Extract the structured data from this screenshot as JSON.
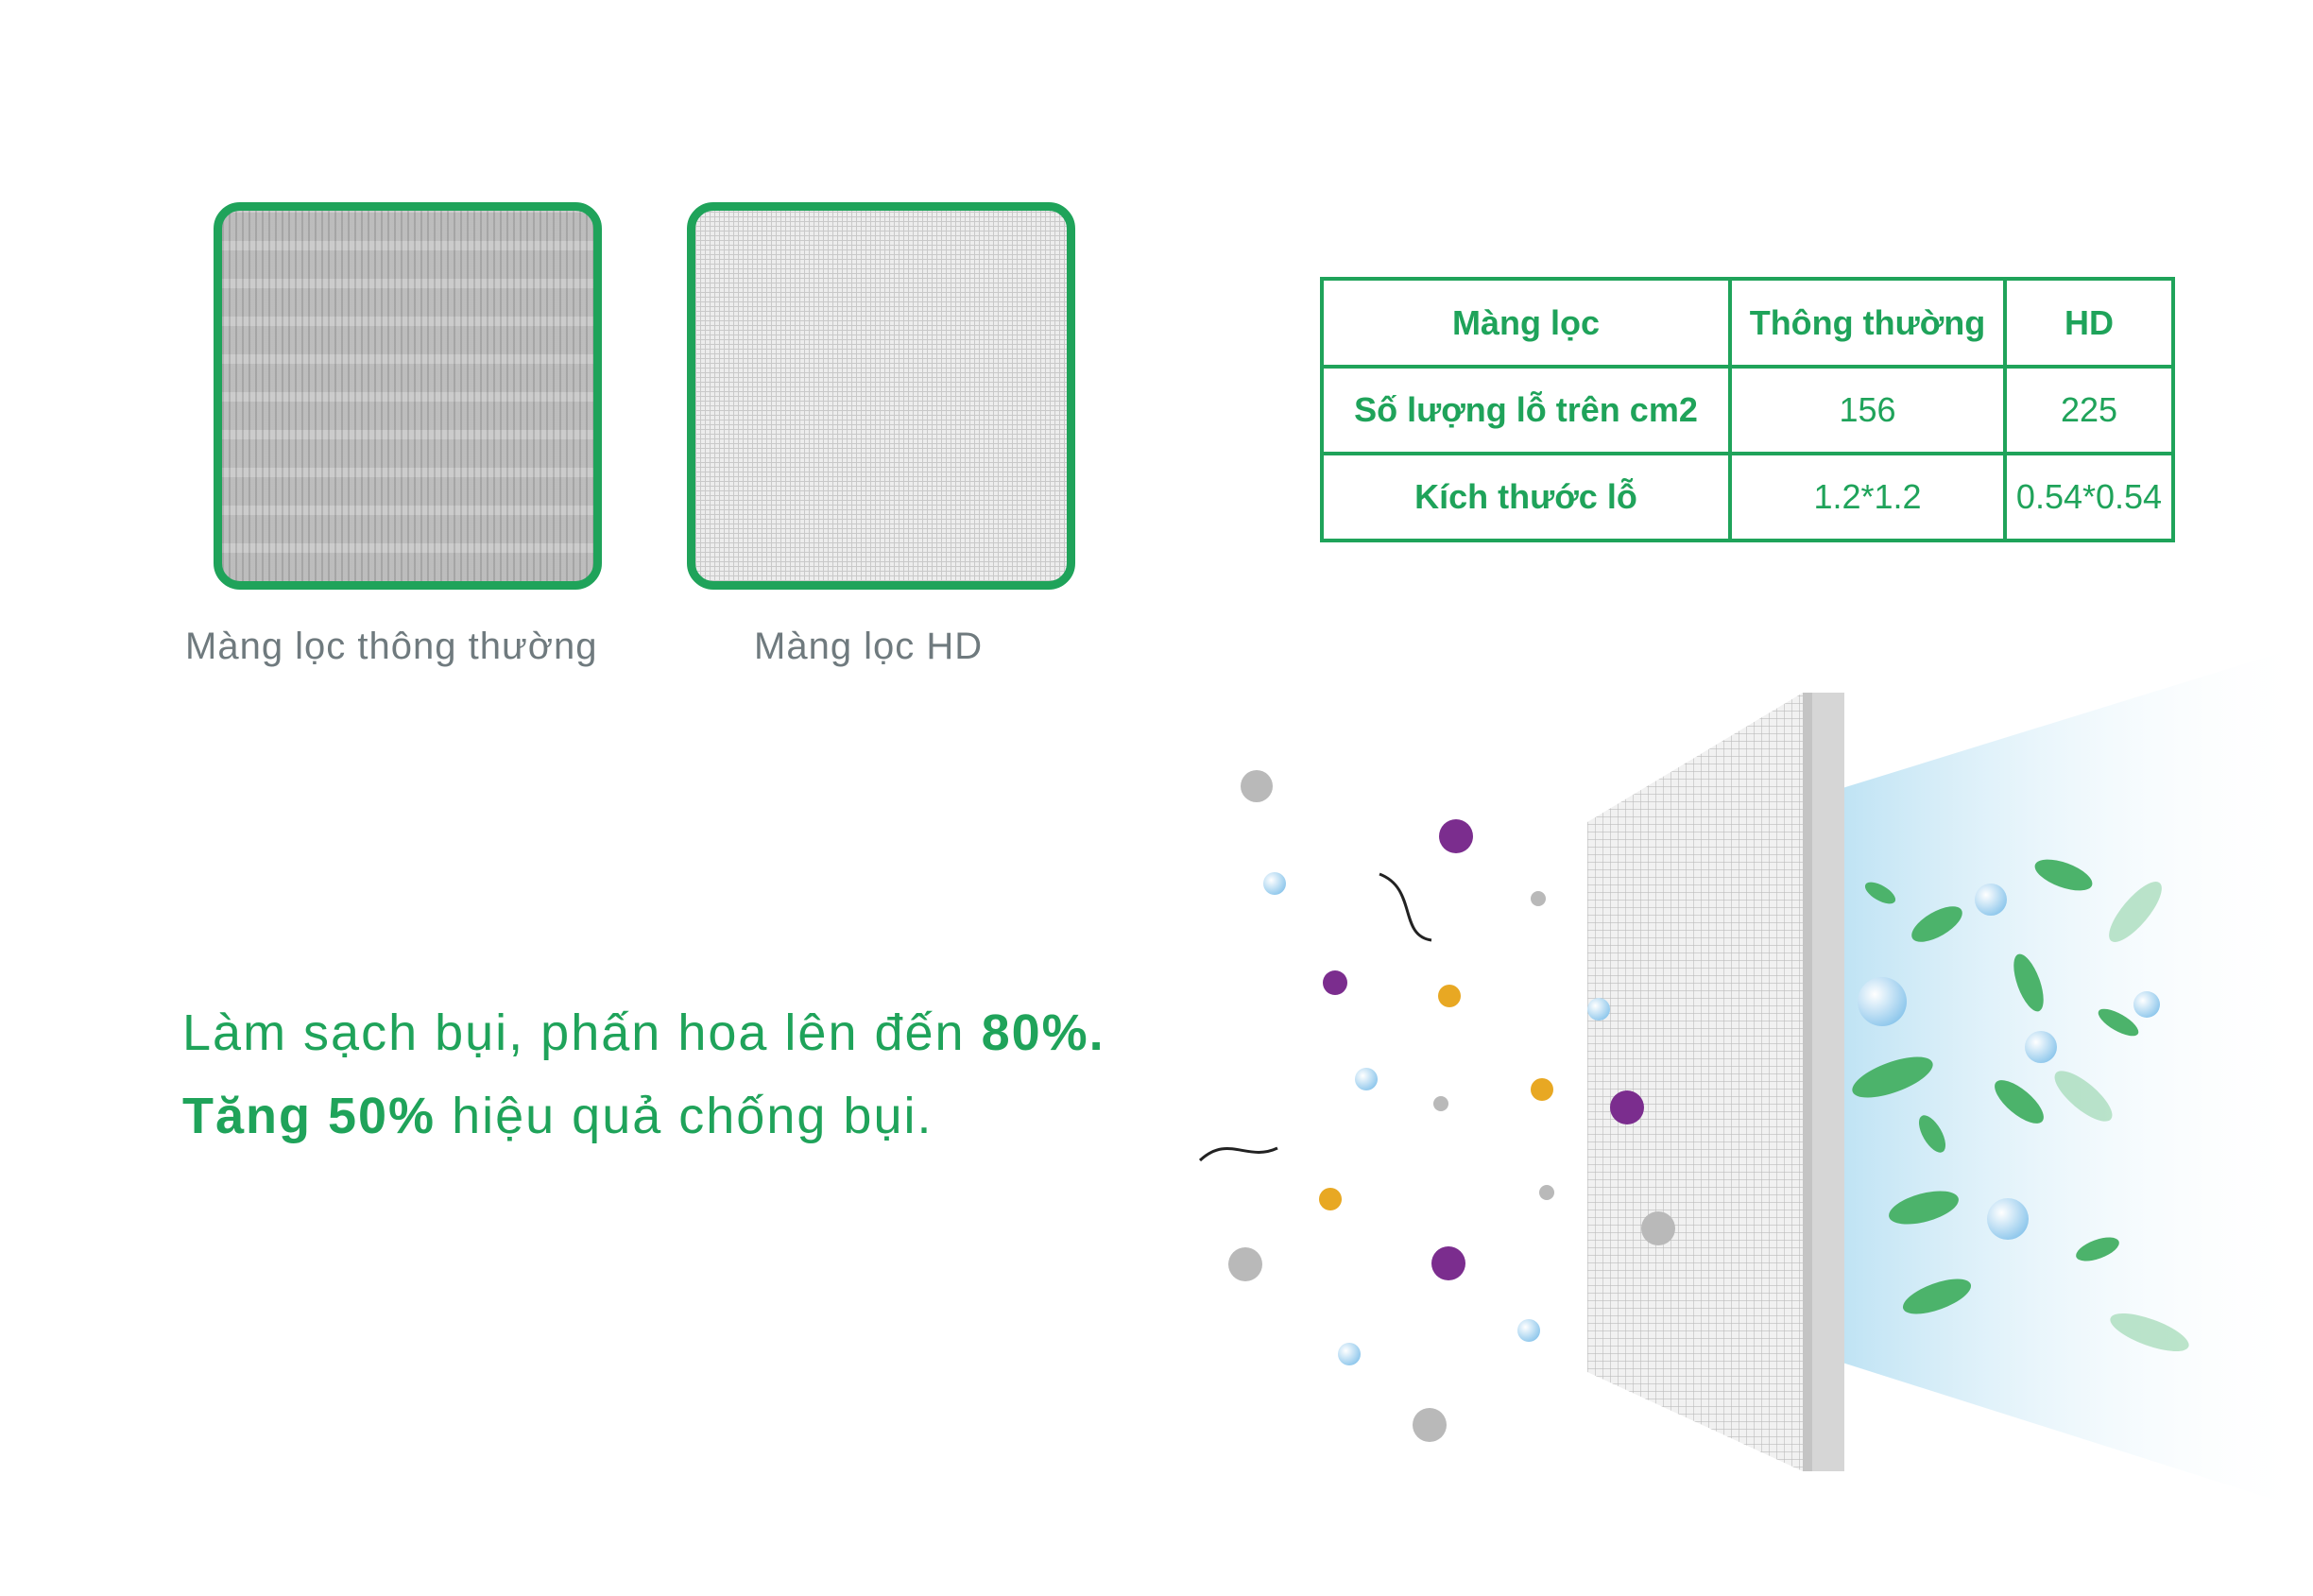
{
  "filters": {
    "normal_caption": "Màng lọc thông thường",
    "hd_caption": "Màng lọc HD"
  },
  "table": {
    "header": [
      "Màng lọc",
      "Thông thường",
      "HD"
    ],
    "rows": [
      [
        "Số lượng lỗ trên cm2",
        "156",
        "225"
      ],
      [
        "Kích thước lỗ",
        "1.2*1.2",
        "0.54*0.54"
      ]
    ]
  },
  "headline": {
    "line1_text": "Làm sạch bụi, phấn hoa lên đến ",
    "line1_bold": "80%.",
    "line2_bold": "Tăng 50%",
    "line2_text": " hiệu quả chống bụi."
  },
  "colors": {
    "brand_green": "#1fa35a",
    "caption_gray": "#6f7a7e",
    "dust_purple": "#7b2d8e",
    "pollen_yellow": "#e8a823",
    "droplet_blue": "#a9d3f2"
  }
}
